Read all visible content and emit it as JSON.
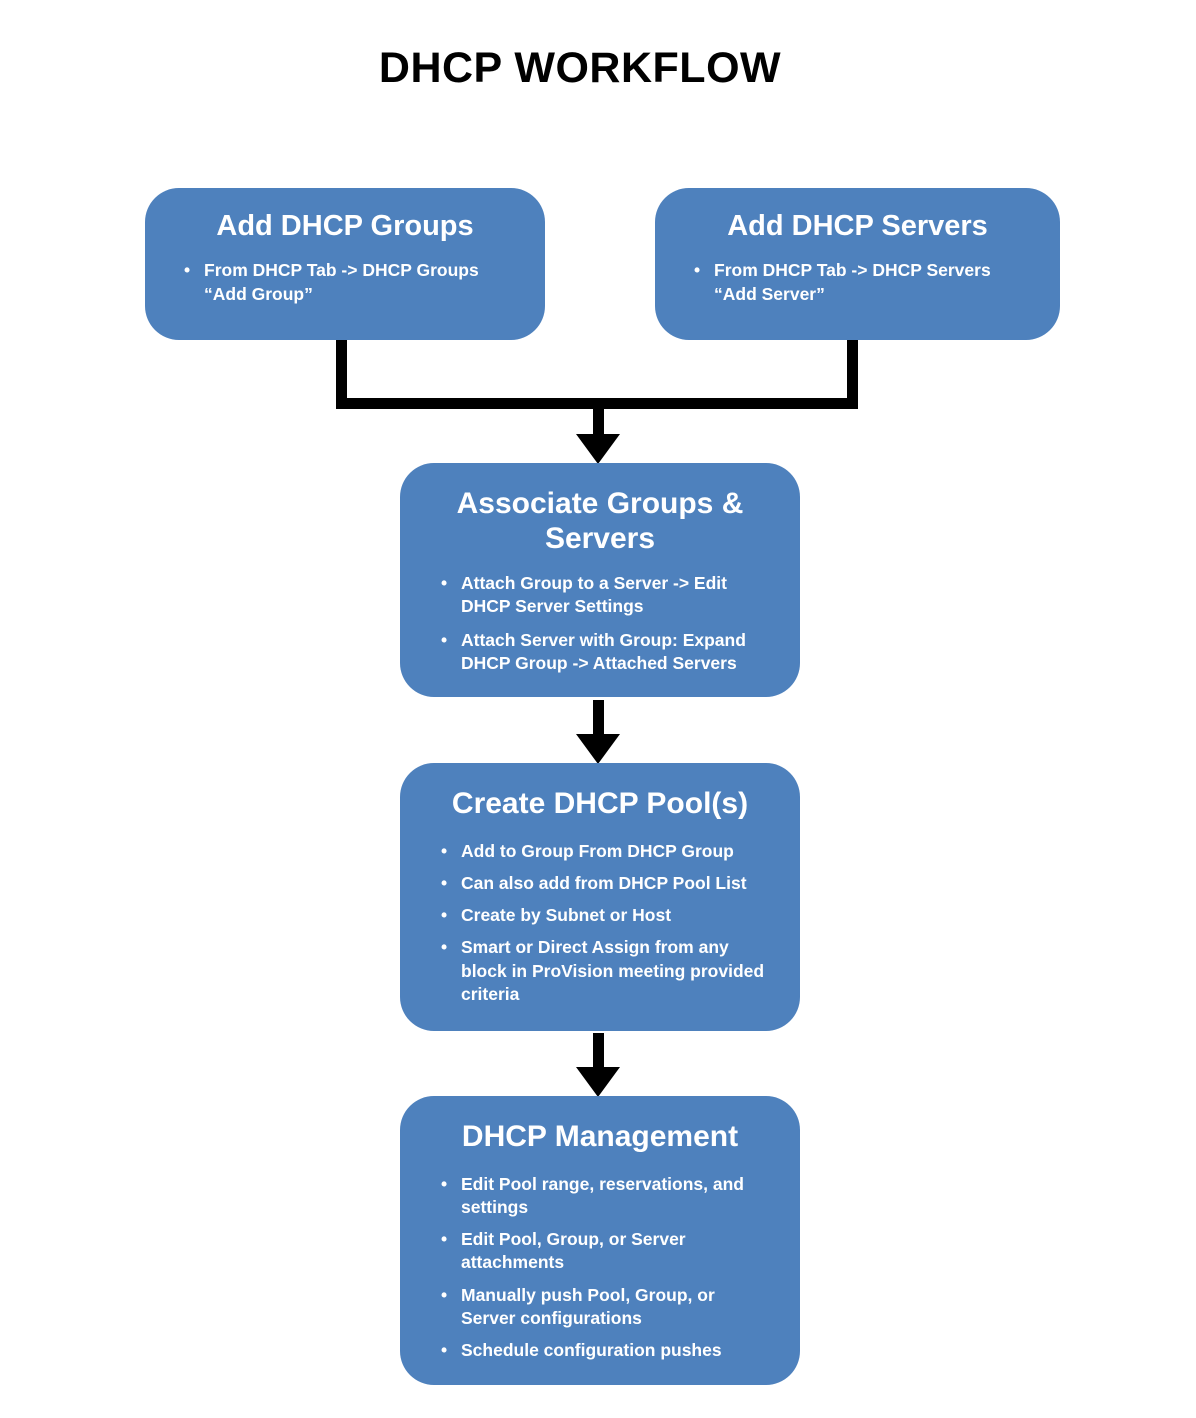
{
  "title": "DHCP WORKFLOW",
  "colors": {
    "node_fill": "#4E81BD",
    "node_text": "#FFFFFF",
    "connector": "#000000"
  },
  "nodes": {
    "add_groups": {
      "heading": "Add DHCP Groups",
      "bullets": [
        "From  DHCP Tab -> DHCP Groups “Add Group”"
      ]
    },
    "add_servers": {
      "heading": "Add DHCP Servers",
      "bullets": [
        "From  DHCP Tab -> DHCP Servers “Add Server”"
      ]
    },
    "associate": {
      "heading": "Associate Groups & Servers",
      "bullets": [
        "Attach Group to a Server -> Edit DHCP Server Settings",
        "Attach Server with Group: Expand DHCP Group -> Attached Servers"
      ]
    },
    "create_pools": {
      "heading": "Create DHCP Pool(s)",
      "bullets": [
        "Add to Group From DHCP Group",
        "Can also add from DHCP Pool List",
        "Create by Subnet or Host",
        "Smart or Direct Assign from any block in ProVision meeting provided criteria"
      ]
    },
    "management": {
      "heading": "DHCP Management",
      "bullets": [
        "Edit Pool range, reservations, and settings",
        "Edit Pool, Group, or Server attachments",
        "Manually push Pool, Group, or Server configurations",
        "Schedule configuration pushes"
      ]
    }
  }
}
